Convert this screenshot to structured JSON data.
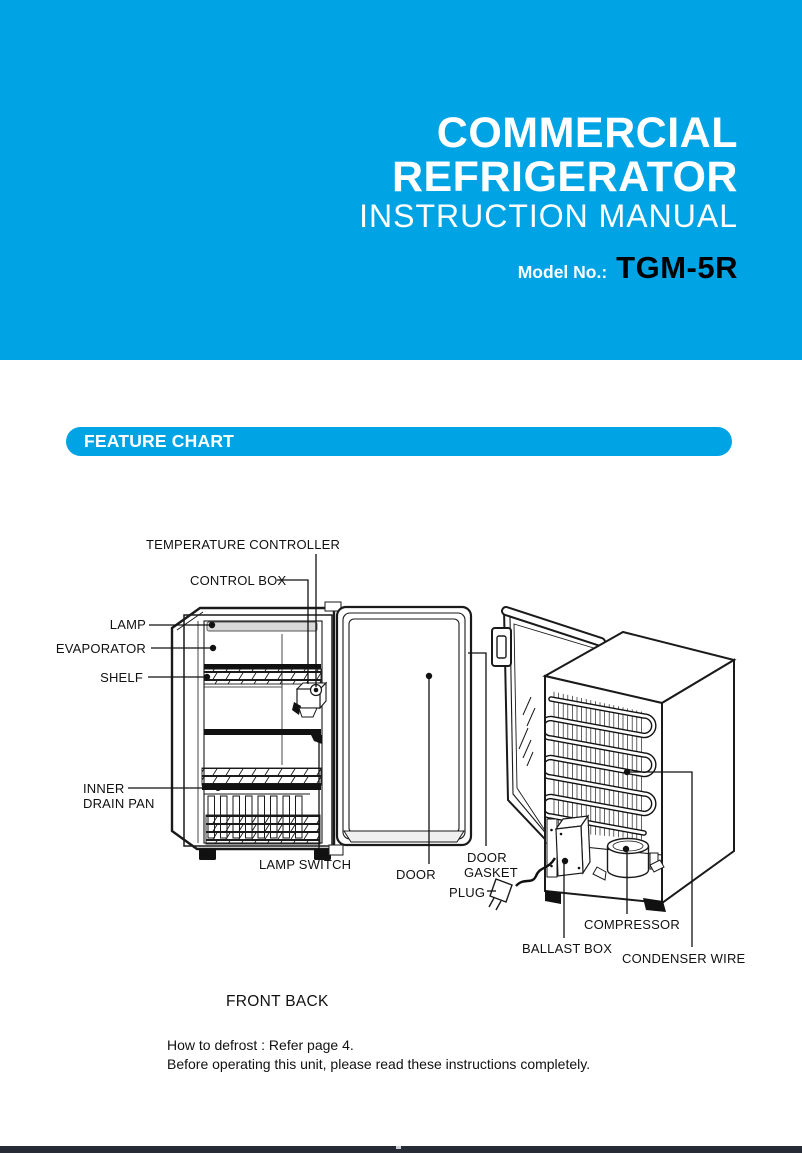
{
  "header": {
    "title_line1": "COMMERCIAL",
    "title_line2": "REFRIGERATOR",
    "title_line3": "INSTRUCTION MANUAL",
    "model_label": "Model No.:",
    "model_value": "TGM-5R",
    "background_color": "#00A4E4"
  },
  "section": {
    "feature_chart_title": "FEATURE CHART",
    "banner_color": "#00A4E4"
  },
  "diagram": {
    "labels": {
      "temperature_controller": "TEMPERATURE CONTROLLER",
      "control_box": "CONTROL BOX",
      "lamp": "LAMP",
      "evaporator": "EVAPORATOR",
      "shelf": "SHELF",
      "inner_drain_pan_line1": "INNER",
      "inner_drain_pan_line2": "DRAIN PAN",
      "lamp_switch": "LAMP SWITCH",
      "door": "DOOR",
      "door_gasket_line1": "DOOR",
      "door_gasket_line2": "GASKET",
      "plug": "PLUG",
      "compressor": "COMPRESSOR",
      "ballast_box": "BALLAST BOX",
      "condenser_wire": "CONDENSER WIRE"
    },
    "caption": "FRONT BACK"
  },
  "notes": {
    "line1": "How to defrost : Refer page 4.",
    "line2": "Before operating this unit, please read these instructions completely."
  },
  "footer": {
    "bar_color": "#262B36"
  }
}
